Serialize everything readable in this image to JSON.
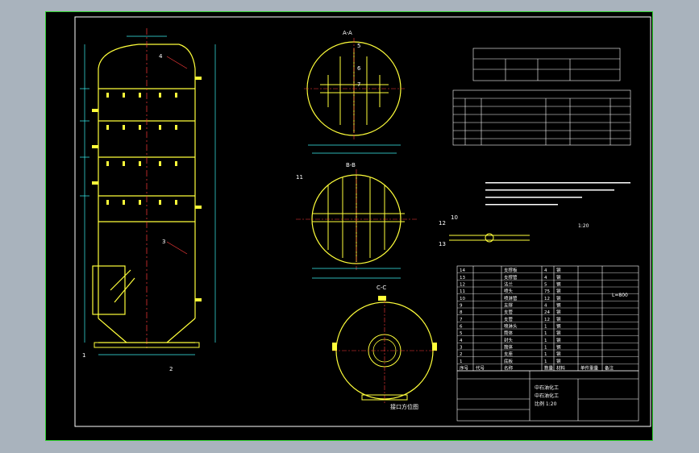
{
  "colors": {
    "background": "#a9b3bd",
    "paper": "#000000",
    "outer_border": "#2fd22f",
    "vessel": "#ffff3a",
    "dimension": "#3cf2f2",
    "text": "#ffffff",
    "leader": "#ff3a3a",
    "part_table_line": "#2fd22f"
  },
  "labels": {
    "part_1": "1",
    "part_2": "2",
    "part_3": "3",
    "part_4": "4",
    "part_5": "5",
    "part_6": "6",
    "part_7": "7",
    "part_11": "11",
    "part_12": "12",
    "part_13": "13",
    "part_10": "10",
    "section_a": "A-A",
    "section_b": "B-B",
    "section_c": "C-C",
    "scale_note": "1:20",
    "nozzle_view_title": "接口方位图"
  },
  "parts_table": {
    "rows": [
      {
        "no": "14",
        "name": "支撑板",
        "qty": "4",
        "mat": "钢"
      },
      {
        "no": "13",
        "name": "支撑管",
        "qty": "4",
        "mat": "钢"
      },
      {
        "no": "12",
        "name": "法兰",
        "qty": "5",
        "mat": "钢"
      },
      {
        "no": "11",
        "name": "喷头",
        "qty": "75",
        "mat": "钢"
      },
      {
        "no": "10",
        "name": "喷淋管",
        "qty": "12",
        "mat": "钢"
      },
      {
        "no": "9",
        "name": "支撑",
        "qty": "4",
        "mat": "钢"
      },
      {
        "no": "8",
        "name": "支管",
        "qty": "24",
        "mat": "钢"
      },
      {
        "no": "7",
        "name": "支管",
        "qty": "12",
        "mat": "钢"
      },
      {
        "no": "6",
        "name": "喷淋头",
        "qty": "1",
        "mat": "钢"
      },
      {
        "no": "5",
        "name": "筒体",
        "qty": "1",
        "mat": "钢"
      },
      {
        "no": "4",
        "name": "封头",
        "qty": "1",
        "mat": "钢"
      },
      {
        "no": "3",
        "name": "筒体",
        "qty": "1",
        "mat": "钢"
      },
      {
        "no": "2",
        "name": "支座",
        "qty": "1",
        "mat": "钢"
      },
      {
        "no": "1",
        "name": "底板",
        "qty": "1",
        "mat": "钢"
      }
    ],
    "header": [
      "序号",
      "代号",
      "名称",
      "数量",
      "材料",
      "单件重量",
      "备注"
    ],
    "side_note": "L=800"
  },
  "title_block": {
    "note1": "中石油化工",
    "note2": "中石油化工",
    "note3": "比例 1:20"
  }
}
